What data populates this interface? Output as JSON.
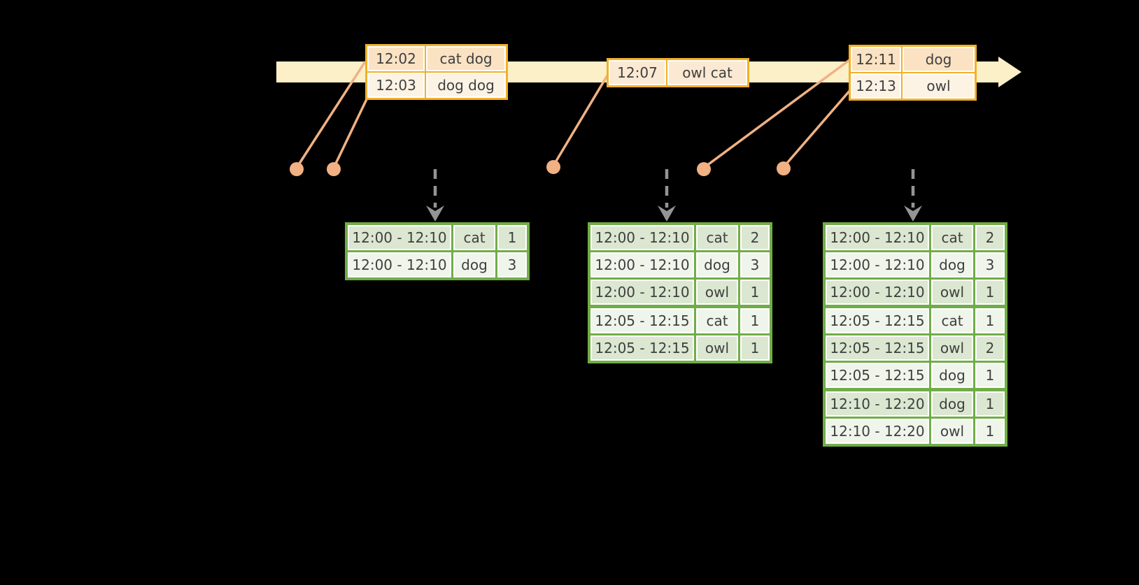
{
  "colors": {
    "background": "#000000",
    "timeline_band": "#FCF0C9",
    "event_box_border": "#F2B027",
    "event_row_dark": "#FAE2C3",
    "event_row_light": "#FDF3E5",
    "event_row_single": "#FBE9D3",
    "connector": "#F1B183",
    "result_border": "#70AD47",
    "result_row_dark": "#DBE7D1",
    "result_row_light": "#F0F5EC",
    "trigger_arrow": "#949494",
    "text": "#3F3F3F"
  },
  "event_groups": [
    {
      "rows": [
        {
          "time": "12:02",
          "words": "cat dog"
        },
        {
          "time": "12:03",
          "words": "dog dog"
        }
      ]
    },
    {
      "rows": [
        {
          "time": "12:07",
          "words": "owl cat"
        }
      ]
    },
    {
      "rows": [
        {
          "time": "12:11",
          "words": "dog"
        },
        {
          "time": "12:13",
          "words": "owl"
        }
      ]
    }
  ],
  "result_tables": [
    {
      "rows": [
        [
          "12:00 - 12:10",
          "cat",
          1
        ],
        [
          "12:00 - 12:10",
          "dog",
          3
        ]
      ]
    },
    {
      "rows": [
        [
          "12:00 - 12:10",
          "cat",
          2
        ],
        [
          "12:00 - 12:10",
          "dog",
          3
        ],
        [
          "12:00 - 12:10",
          "owl",
          1
        ],
        [
          "12:05 - 12:15",
          "cat",
          1
        ],
        [
          "12:05 - 12:15",
          "owl",
          1
        ]
      ]
    },
    {
      "rows": [
        [
          "12:00 - 12:10",
          "cat",
          2
        ],
        [
          "12:00 - 12:10",
          "dog",
          3
        ],
        [
          "12:00 - 12:10",
          "owl",
          1
        ],
        [
          "12:05 - 12:15",
          "cat",
          1
        ],
        [
          "12:05 - 12:15",
          "owl",
          2
        ],
        [
          "12:05 - 12:15",
          "dog",
          1
        ],
        [
          "12:10 - 12:20",
          "dog",
          1
        ],
        [
          "12:10 - 12:20",
          "owl",
          1
        ]
      ]
    }
  ]
}
